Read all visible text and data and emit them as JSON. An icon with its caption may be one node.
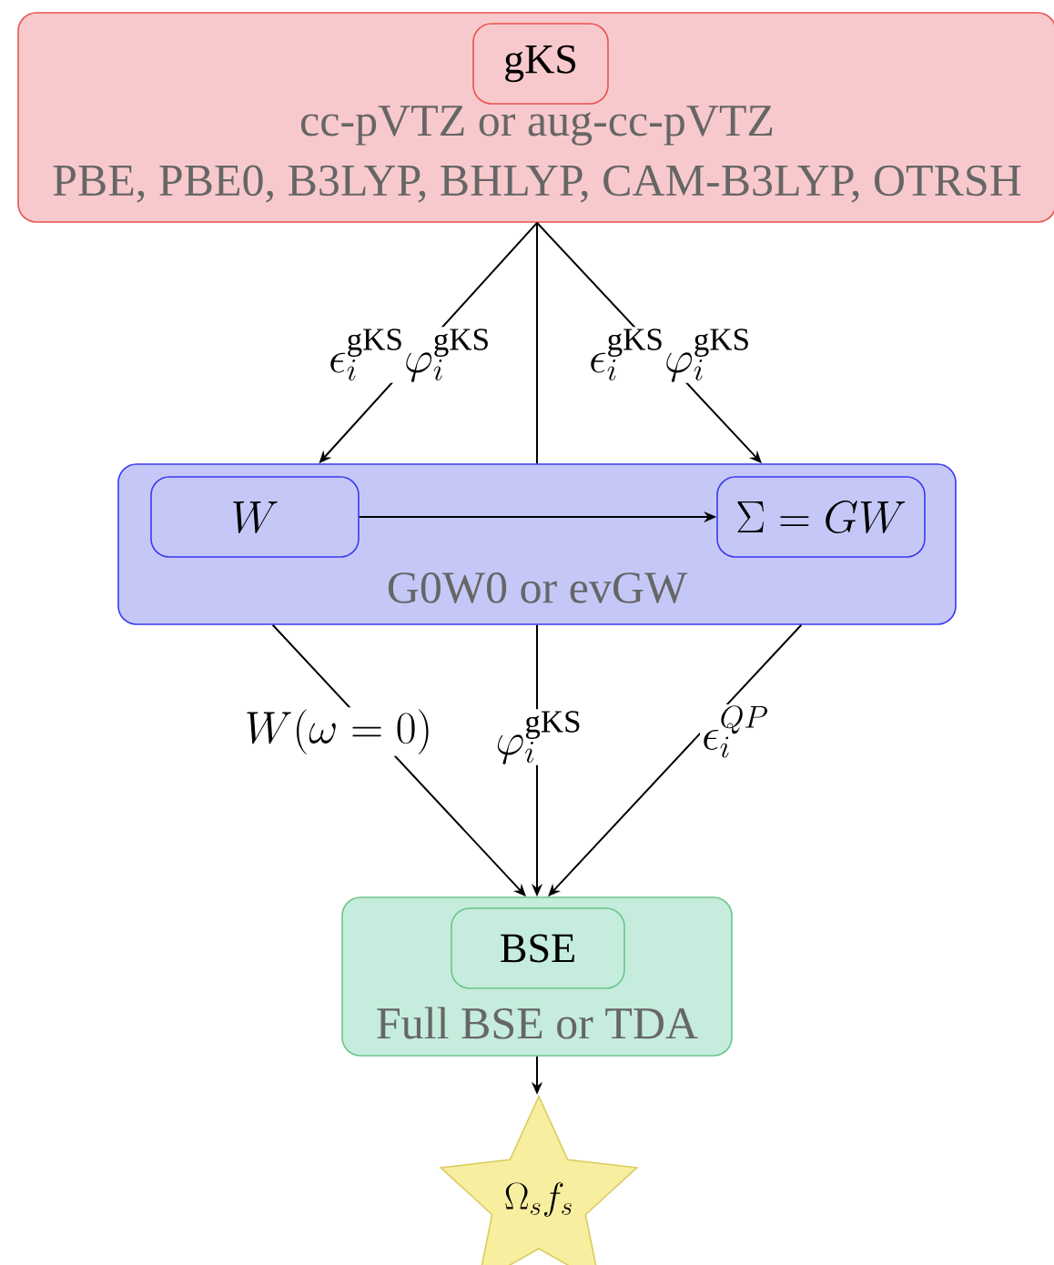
{
  "diagram": {
    "nodes": [
      {
        "text": [
          "cc-pVTZ or aug-cc-pVTZ",
          "PBE, PBE0, B3LYP, BHLYP, CAM-B3LYP, OTRSH"
        ]
      },
      {
        "text": [
          "gKS"
        ],
        "in": 0
      },
      {
        "text": [
          "G0W0 or evGW"
        ]
      },
      {
        "text": [
          "W"
        ],
        "in": 2
      },
      {
        "text": [
          "\\Sigma = GW"
        ],
        "in": 2
      },
      {
        "text": [
          "Full BSE or TDA"
        ]
      },
      {
        "text": [
          "BSE"
        ],
        "in": 5
      },
      {
        "text": [
          "\\Omega_s f_s"
        ]
      }
    ],
    "edges": [
      {
        "from": 0,
        "to": 2,
        "arrow": "to",
        "label": "\\epsilon_i^{\\mathrm{gKS}} \\varphi_i^{\\mathrm{gKS}}"
      },
      {
        "from": 0,
        "to": 2,
        "arrow": "none"
      },
      {
        "from": 0,
        "to": 2,
        "arrow": "to",
        "label": "\\epsilon_i^{\\mathrm{gKS}} \\varphi_i^{\\mathrm{gKS}}"
      },
      {
        "from": 3,
        "to": 4,
        "arrow": "to"
      },
      {
        "from": 2,
        "to": 5,
        "arrow": "to",
        "label": "W(\\omega = 0)"
      },
      {
        "from": 2,
        "to": 5,
        "arrow": "to",
        "label": "\\varphi_i^{\\mathrm{gKS}}"
      },
      {
        "from": 2,
        "to": 5,
        "arrow": "to",
        "label": "\\epsilon_i^{QP}"
      },
      {
        "from": 5,
        "to": 7,
        "arrow": "to"
      }
    ]
  }
}
